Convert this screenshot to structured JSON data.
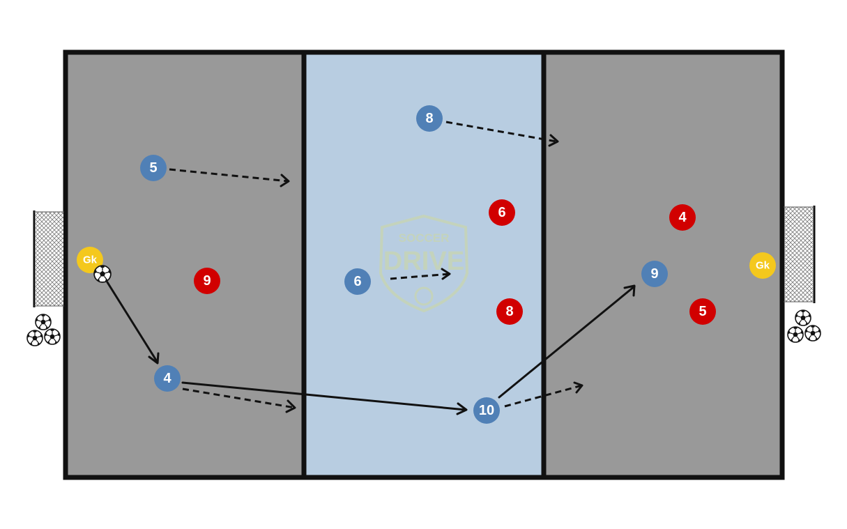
{
  "colors": {
    "zone": "#999999",
    "middle_zone": "#b8cde1",
    "border": "#111111",
    "team_blue": "#5080b6",
    "team_red": "#d10000",
    "goalkeeper": "#f4c81d",
    "pass_line": "#111111",
    "watermark": "#c8d6b0"
  },
  "watermark": {
    "top_text": "SOCCER",
    "main_text": "DRIVE"
  },
  "players": {
    "blue_5": {
      "label": "5"
    },
    "blue_8": {
      "label": "8"
    },
    "blue_6": {
      "label": "6"
    },
    "blue_4": {
      "label": "4"
    },
    "blue_10": {
      "label": "10"
    },
    "blue_9": {
      "label": "9"
    },
    "red_6": {
      "label": "6"
    },
    "red_4": {
      "label": "4"
    },
    "red_9": {
      "label": "9"
    },
    "red_8": {
      "label": "8"
    },
    "red_5": {
      "label": "5"
    },
    "gk_left": {
      "label": "Gk"
    },
    "gk_right": {
      "label": "Gk"
    }
  }
}
